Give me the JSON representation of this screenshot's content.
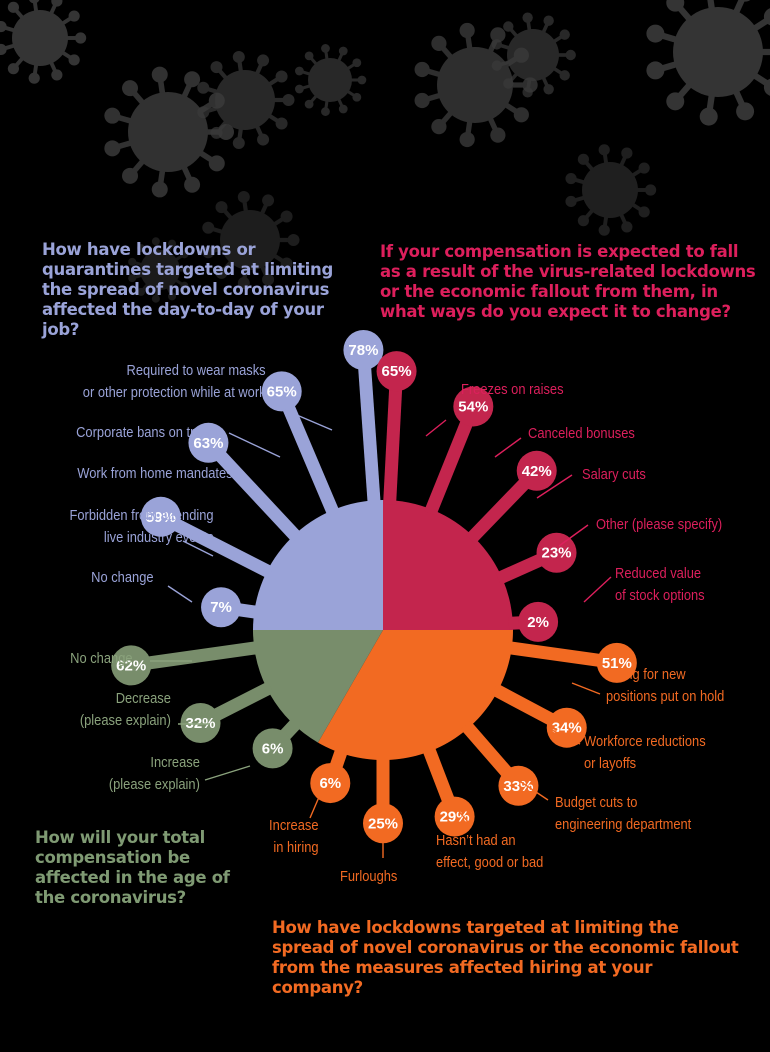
{
  "colors": {
    "background": "#000000",
    "job": "#9aa3d8",
    "compensation": "#c3254d",
    "total": "#788d6b",
    "hiring": "#f26a22",
    "decor_virus": "#3a3a3a"
  },
  "questions": {
    "job": "How have lockdowns or quarantines targeted at limiting the spread of novel coronavirus affected the day-to-day of your job?",
    "compensation": "If your compensation is expected to fall as a result of the virus-related lockdowns or the economic fallout from them, in what ways do you expect it to change?",
    "total": "How will your total compensation be affected in the age of the coronavirus?",
    "hiring": "How have lockdowns targeted at limiting the spread of novel coronavirus or the economic fallout from the measures affected hiring at your company?"
  },
  "chart_data": [
    {
      "type": "bar",
      "question": "How have lockdowns or quarantines targeted at limiting the spread of novel coronavirus affected the day-to-day of your job?",
      "color": "#9aa3d8",
      "categories": [
        "Required to wear masks\nor other protection while at work",
        "Corporate bans on travel",
        "Work from home mandates",
        "Forbidden from attending\nlive industry events",
        "No change"
      ],
      "values": [
        78,
        65,
        63,
        59,
        7
      ],
      "labels": [
        "78%",
        "65%",
        "63%",
        "59%",
        "7%"
      ]
    },
    {
      "type": "bar",
      "question": "If your compensation is expected to fall as a result of the virus-related lockdowns or the economic fallout from them, in what ways do you expect it to change?",
      "color": "#c3254d",
      "categories": [
        "Freezes on raises",
        "Canceled bonuses",
        "Salary cuts",
        "Other (please specify)",
        "Reduced value\nof stock options"
      ],
      "values": [
        65,
        54,
        42,
        23,
        2
      ],
      "labels": [
        "65%",
        "54%",
        "42%",
        "23%",
        "2%"
      ]
    },
    {
      "type": "bar",
      "question": "How have lockdowns targeted at limiting the spread of novel coronavirus or the economic fallout from the measures affected hiring at your company?",
      "color": "#f26a22",
      "categories": [
        "Hiring for new\npositions put on hold",
        "Workforce reductions\nor layoffs",
        "Budget cuts to\nengineering department",
        "Hasn’t had an\neffect, good or bad",
        "Furloughs",
        "Increase\nin hiring"
      ],
      "values": [
        51,
        34,
        33,
        29,
        25,
        6
      ],
      "labels": [
        "51%",
        "34%",
        "33%",
        "29%",
        "25%",
        "6%"
      ]
    },
    {
      "type": "bar",
      "question": "How will your total compensation be affected in the age of the coronavirus?",
      "color": "#788d6b",
      "categories": [
        "No change",
        "Decrease\n(please explain)",
        "Increase\n(please explain)"
      ],
      "values": [
        62,
        32,
        6
      ],
      "labels": [
        "62%",
        "32%",
        "6%"
      ]
    }
  ]
}
